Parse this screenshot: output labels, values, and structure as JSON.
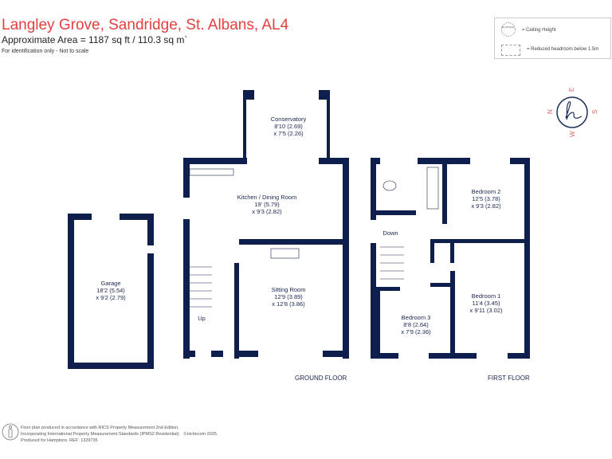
{
  "header": {
    "title": "Langley Grove, Sandridge, St. Albans, AL4",
    "area": "Approximate Area = 1187 sq ft / 110.3 sq m`",
    "note": "For identification only - Not to scale"
  },
  "legend": {
    "ceiling_icon_text": "CH 0'0\"(0.0)",
    "ceiling_label": "= Ceiling Height",
    "reduced_label": "= Reduced headroom below 1.5m"
  },
  "compass": {
    "n": "N",
    "e": "E",
    "s": "S",
    "w": "W"
  },
  "colors": {
    "wall": "#0e1f4d",
    "title": "#e3403e"
  },
  "ground_floor": {
    "label": "GROUND FLOOR",
    "rooms": [
      {
        "name": "Conservatory",
        "dim1": "8'10 (2.69)",
        "dim2": "x 7'5 (2.26)"
      },
      {
        "name": "Kitchen / Dining Room",
        "dim1": "19' (5.79)",
        "dim2": "x 9'3 (2.82)"
      },
      {
        "name": "Sitting Room",
        "dim1": "12'9 (3.89)",
        "dim2": "x 12'8 (3.86)"
      },
      {
        "name": "Garage",
        "dim1": "18'2 (5.54)",
        "dim2": "x 9'2 (2.79)"
      }
    ],
    "stairs": "Up"
  },
  "first_floor": {
    "label": "FIRST FLOOR",
    "rooms": [
      {
        "name": "Bedroom 2",
        "dim1": "12'5 (3.78)",
        "dim2": "x 9'3 (2.82)"
      },
      {
        "name": "Bedroom 1",
        "dim1": "11'4 (3.45)",
        "dim2": "x 9'11 (3.02)"
      },
      {
        "name": "Bedroom 3",
        "dim1": "8'8 (2.64)",
        "dim2": "x 7'9 (2.36)"
      }
    ],
    "stairs": "Down"
  },
  "footer": {
    "line1": "Floor plan produced in accordance with RICS Property Measurement 2nd Edition,",
    "line2": "Incorporating International Property Measurement Standards (IPMS2 Residential).",
    "copyright": "©nichecom 2025.",
    "line3": "Produced for Hamptons.   REF:  1329735"
  }
}
